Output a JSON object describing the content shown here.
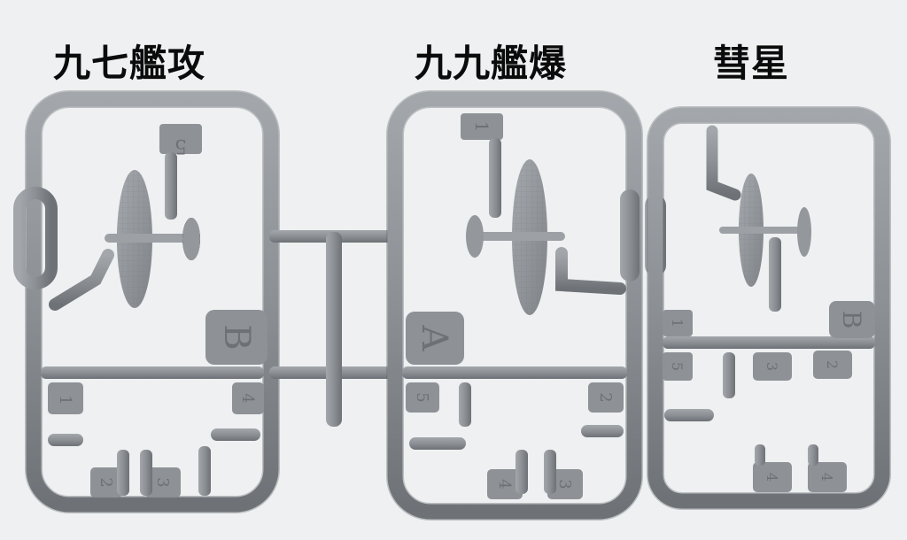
{
  "labels": {
    "type97": "九七艦攻",
    "type99": "九九艦爆",
    "suisei": "彗星"
  },
  "sprue_tags": {
    "left": {
      "letter": "B",
      "parts": [
        "1",
        "2",
        "3",
        "4",
        "5"
      ]
    },
    "middle": {
      "letter": "A",
      "parts": [
        "1",
        "2",
        "3",
        "4",
        "5"
      ]
    },
    "right": {
      "letter": "B",
      "parts": [
        "1",
        "2",
        "3",
        "4",
        "4",
        "5"
      ]
    }
  },
  "colors": {
    "background": "#eef0f1",
    "plastic": "#8d9196",
    "plastic_shadow": "#6f7378",
    "caption": "#0b0b0b"
  }
}
